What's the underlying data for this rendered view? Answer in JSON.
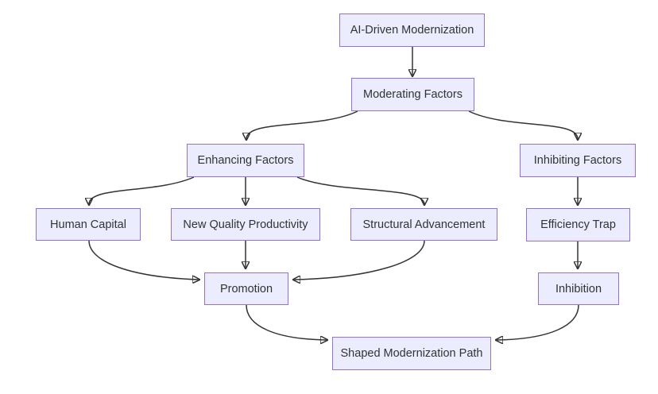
{
  "diagram": {
    "type": "flowchart",
    "direction": "top-down",
    "background_color": "#ffffff",
    "colors": {
      "node_fill": "#ECECFF",
      "node_border": "#9370DB",
      "node_text": "#333333",
      "edge_line": "#333333"
    },
    "nodes": {
      "ai_driven": {
        "label": "AI-Driven Modernization"
      },
      "moderating": {
        "label": "Moderating Factors"
      },
      "enhancing": {
        "label": "Enhancing Factors"
      },
      "inhibiting": {
        "label": "Inhibiting Factors"
      },
      "human_capital": {
        "label": "Human Capital"
      },
      "new_quality": {
        "label": "New Quality Productivity"
      },
      "structural": {
        "label": "Structural Advancement"
      },
      "efficiency_trap": {
        "label": "Efficiency Trap"
      },
      "promotion": {
        "label": "Promotion"
      },
      "inhibition": {
        "label": "Inhibition"
      },
      "shaped_path": {
        "label": "Shaped Modernization Path"
      }
    },
    "edges": [
      {
        "from": "ai_driven",
        "to": "moderating"
      },
      {
        "from": "moderating",
        "to": "enhancing"
      },
      {
        "from": "moderating",
        "to": "inhibiting"
      },
      {
        "from": "enhancing",
        "to": "human_capital"
      },
      {
        "from": "enhancing",
        "to": "new_quality"
      },
      {
        "from": "enhancing",
        "to": "structural"
      },
      {
        "from": "human_capital",
        "to": "promotion"
      },
      {
        "from": "new_quality",
        "to": "promotion"
      },
      {
        "from": "structural",
        "to": "promotion"
      },
      {
        "from": "inhibiting",
        "to": "efficiency_trap"
      },
      {
        "from": "efficiency_trap",
        "to": "inhibition"
      },
      {
        "from": "promotion",
        "to": "shaped_path"
      },
      {
        "from": "inhibition",
        "to": "shaped_path"
      }
    ]
  }
}
